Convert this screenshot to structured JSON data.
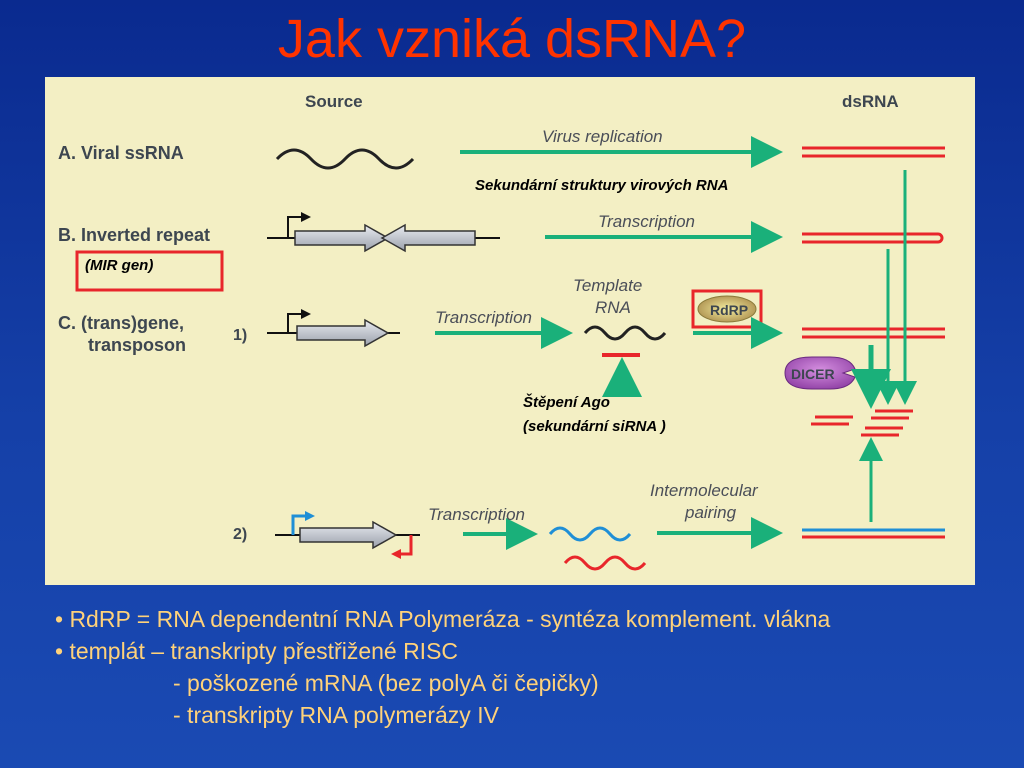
{
  "title": "Jak vzniká dsRNA?",
  "diagram": {
    "header_source": "Source",
    "header_dsrna": "dsRNA",
    "row_a_label": "A. Viral ssRNA",
    "row_b_label": "B. Inverted repeat",
    "row_c_label_line1": "C. (trans)gene,",
    "row_c_label_line2": "transposon",
    "sub1_label": "1)",
    "sub2_label": "2)",
    "virus_replication": "Virus replication",
    "transcription_b": "Transcription",
    "transcription_c1": "Transcription",
    "transcription_c2": "Transcription",
    "template_rna_line1": "Template",
    "template_rna_line2": "RNA",
    "rdrp": "RdRP",
    "dicer": "DICER",
    "intermolecular_line1": "Intermolecular",
    "intermolecular_line2": "pairing",
    "annotation_secondary": "Sekundární struktury virových RNA",
    "annotation_mir": "(MIR gen)",
    "annotation_ago_line1": "Štěpení Ago",
    "annotation_ago_line2": "(sekundární siRNA )",
    "colors": {
      "arrow": "#1ab07a",
      "rna_red": "#e8262b",
      "rna_blue": "#1f8fd6",
      "highlight_box": "#e8262b"
    }
  },
  "bullets": [
    "• RdRP = RNA dependentní RNA Polymeráza - syntéza komplement. vlákna",
    "• templát – transkripty přestřižené RISC",
    "- poškozené mRNA (bez polyA či čepičky)",
    "- transkripty RNA polymerázy IV"
  ]
}
